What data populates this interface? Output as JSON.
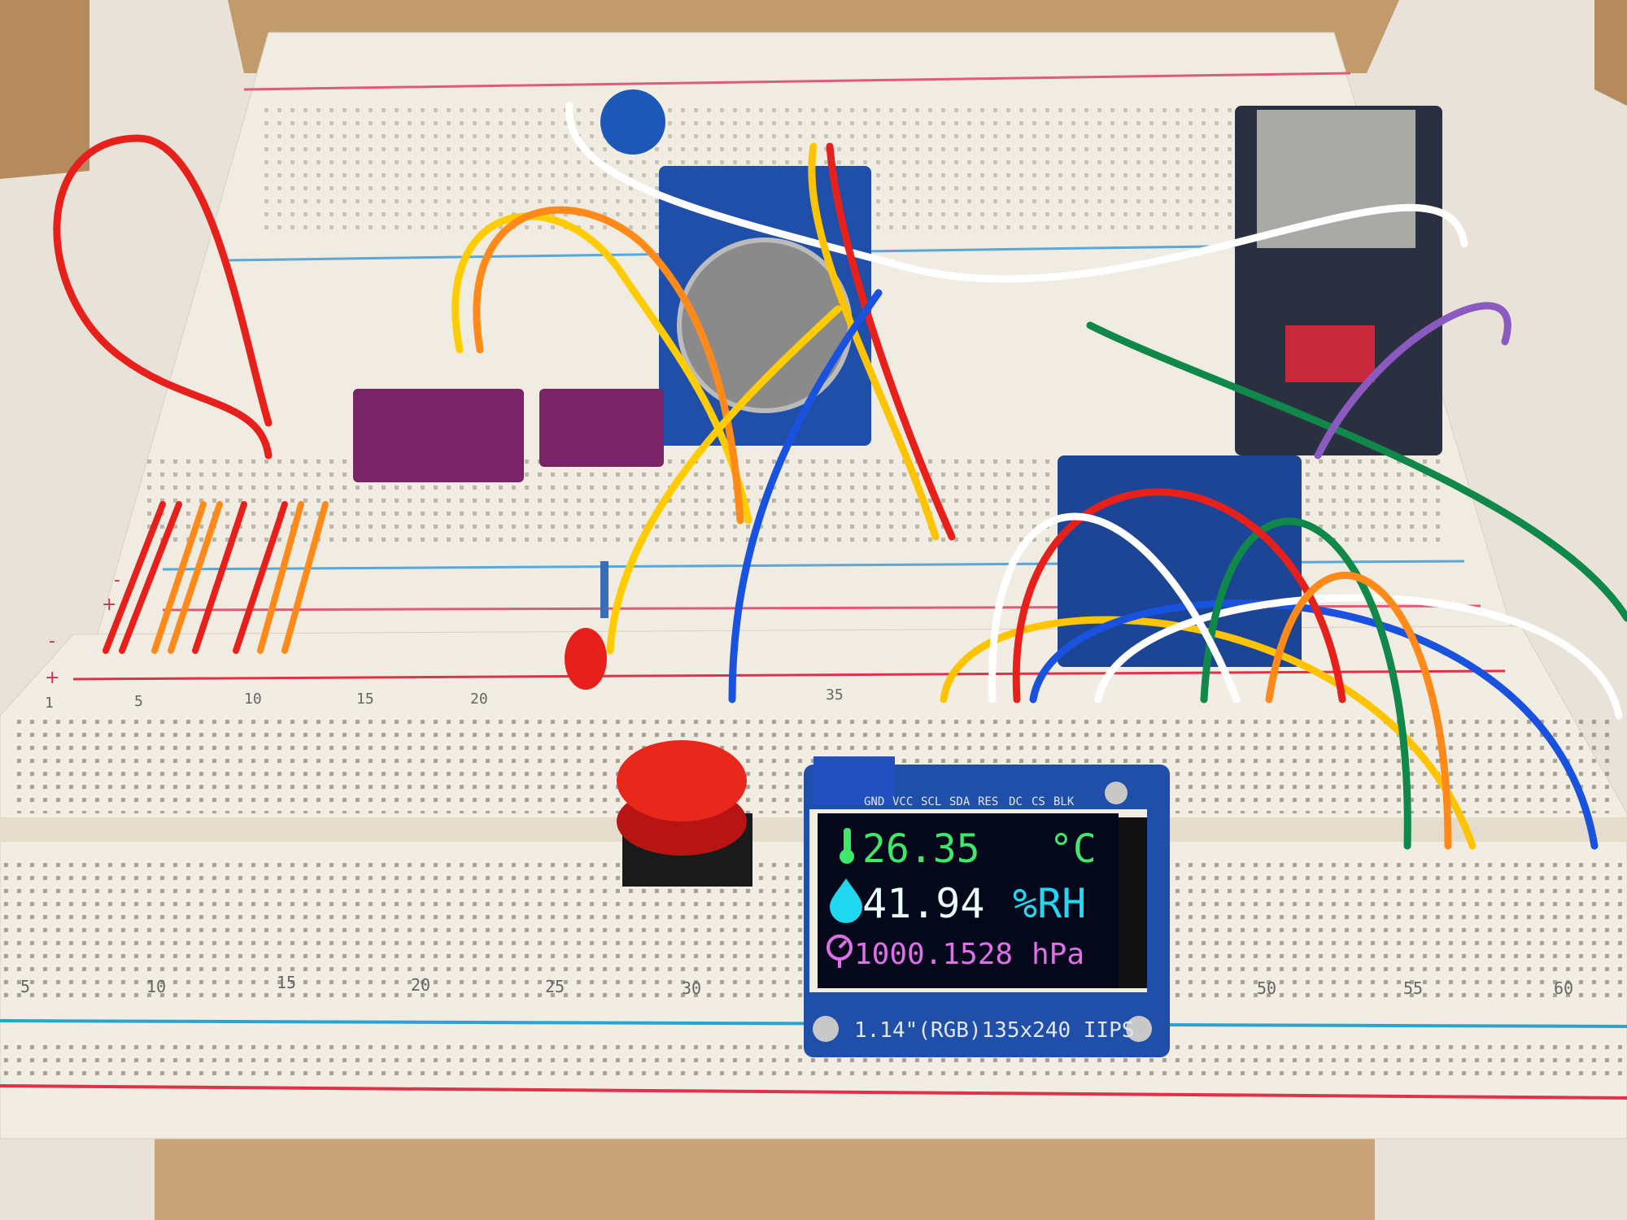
{
  "display": {
    "pin_labels": [
      "GND",
      "VCC",
      "SCL",
      "SDA",
      "RES",
      "DC",
      "CS",
      "BLK"
    ],
    "model_label": "1.14\"(RGB)135x240 IIPS",
    "temperature": {
      "value": "26.35",
      "unit": "°C",
      "icon": "thermometer-icon",
      "color": "#3de86a"
    },
    "humidity": {
      "value": "41.94",
      "unit": "%RH",
      "icon": "humidity-drop-icon",
      "color": "#eafcff",
      "unit_color": "#22d8f0"
    },
    "pressure": {
      "value": "1000.1528",
      "unit": "hPa",
      "icon": "gauge-icon",
      "color": "#e070e8"
    }
  },
  "breadboard": {
    "upper_row_numbers": [
      "1",
      "5",
      "10",
      "15",
      "20",
      "35"
    ],
    "lower_row_numbers": [
      "5",
      "10",
      "15",
      "20",
      "25",
      "30",
      "50",
      "55",
      "60"
    ],
    "rail_marks": [
      "+",
      "-",
      "+",
      "-"
    ]
  },
  "colors": {
    "cardboard": "#c39a6c",
    "breadboard": "#efe9dc",
    "screen_bg": "#05081a",
    "pcb_blue": "#1f4fa8",
    "sensor_purple": "#7a2468"
  }
}
